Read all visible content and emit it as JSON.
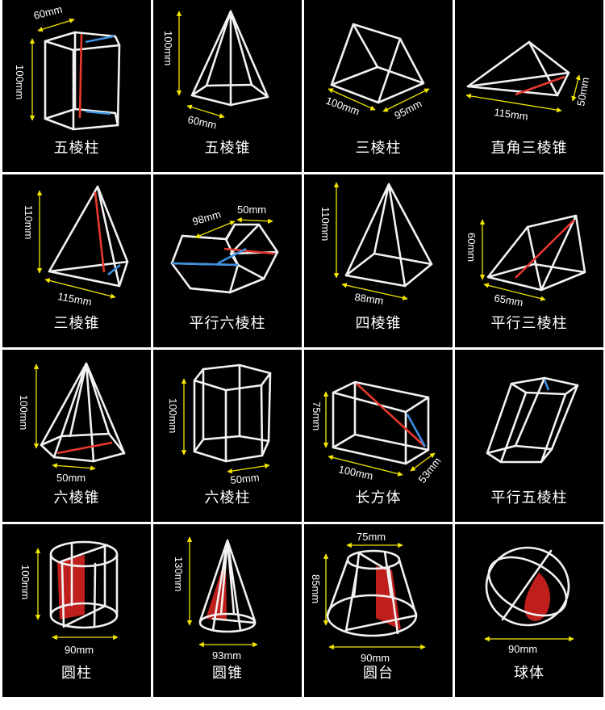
{
  "shapes": [
    {
      "name": "五棱柱",
      "dims": [
        "60mm",
        "100mm"
      ]
    },
    {
      "name": "五棱锥",
      "dims": [
        "100mm",
        "60mm"
      ]
    },
    {
      "name": "三棱柱",
      "dims": [
        "100mm",
        "95mm"
      ]
    },
    {
      "name": "直角三棱锥",
      "dims": [
        "115mm",
        "50mm"
      ]
    },
    {
      "name": "三棱锥",
      "dims": [
        "110mm",
        "115mm"
      ]
    },
    {
      "name": "平行六棱柱",
      "dims": [
        "98mm",
        "50mm"
      ]
    },
    {
      "name": "四棱锥",
      "dims": [
        "110mm",
        "88mm"
      ]
    },
    {
      "name": "平行三棱柱",
      "dims": [
        "60mm",
        "65mm"
      ]
    },
    {
      "name": "六棱锥",
      "dims": [
        "100mm",
        "50mm"
      ]
    },
    {
      "name": "六棱柱",
      "dims": [
        "100mm",
        "50mm"
      ]
    },
    {
      "name": "长方体",
      "dims": [
        "75mm",
        "100mm",
        "53mm"
      ]
    },
    {
      "name": "平行五棱柱",
      "dims": []
    },
    {
      "name": "圆柱",
      "dims": [
        "100mm",
        "90mm"
      ]
    },
    {
      "name": "圆锥",
      "dims": [
        "130mm",
        "93mm"
      ]
    },
    {
      "name": "圆台",
      "dims": [
        "75mm",
        "85mm",
        "90mm"
      ]
    },
    {
      "name": "球体",
      "dims": [
        "90mm"
      ]
    }
  ],
  "colors": {
    "background": "#000000",
    "grid_lines": "#ffffff",
    "wire": "#f2f2f2",
    "dimension_arrow": "#f3e600",
    "accent_red": "#e8392f",
    "accent_blue": "#3d8fe0"
  }
}
